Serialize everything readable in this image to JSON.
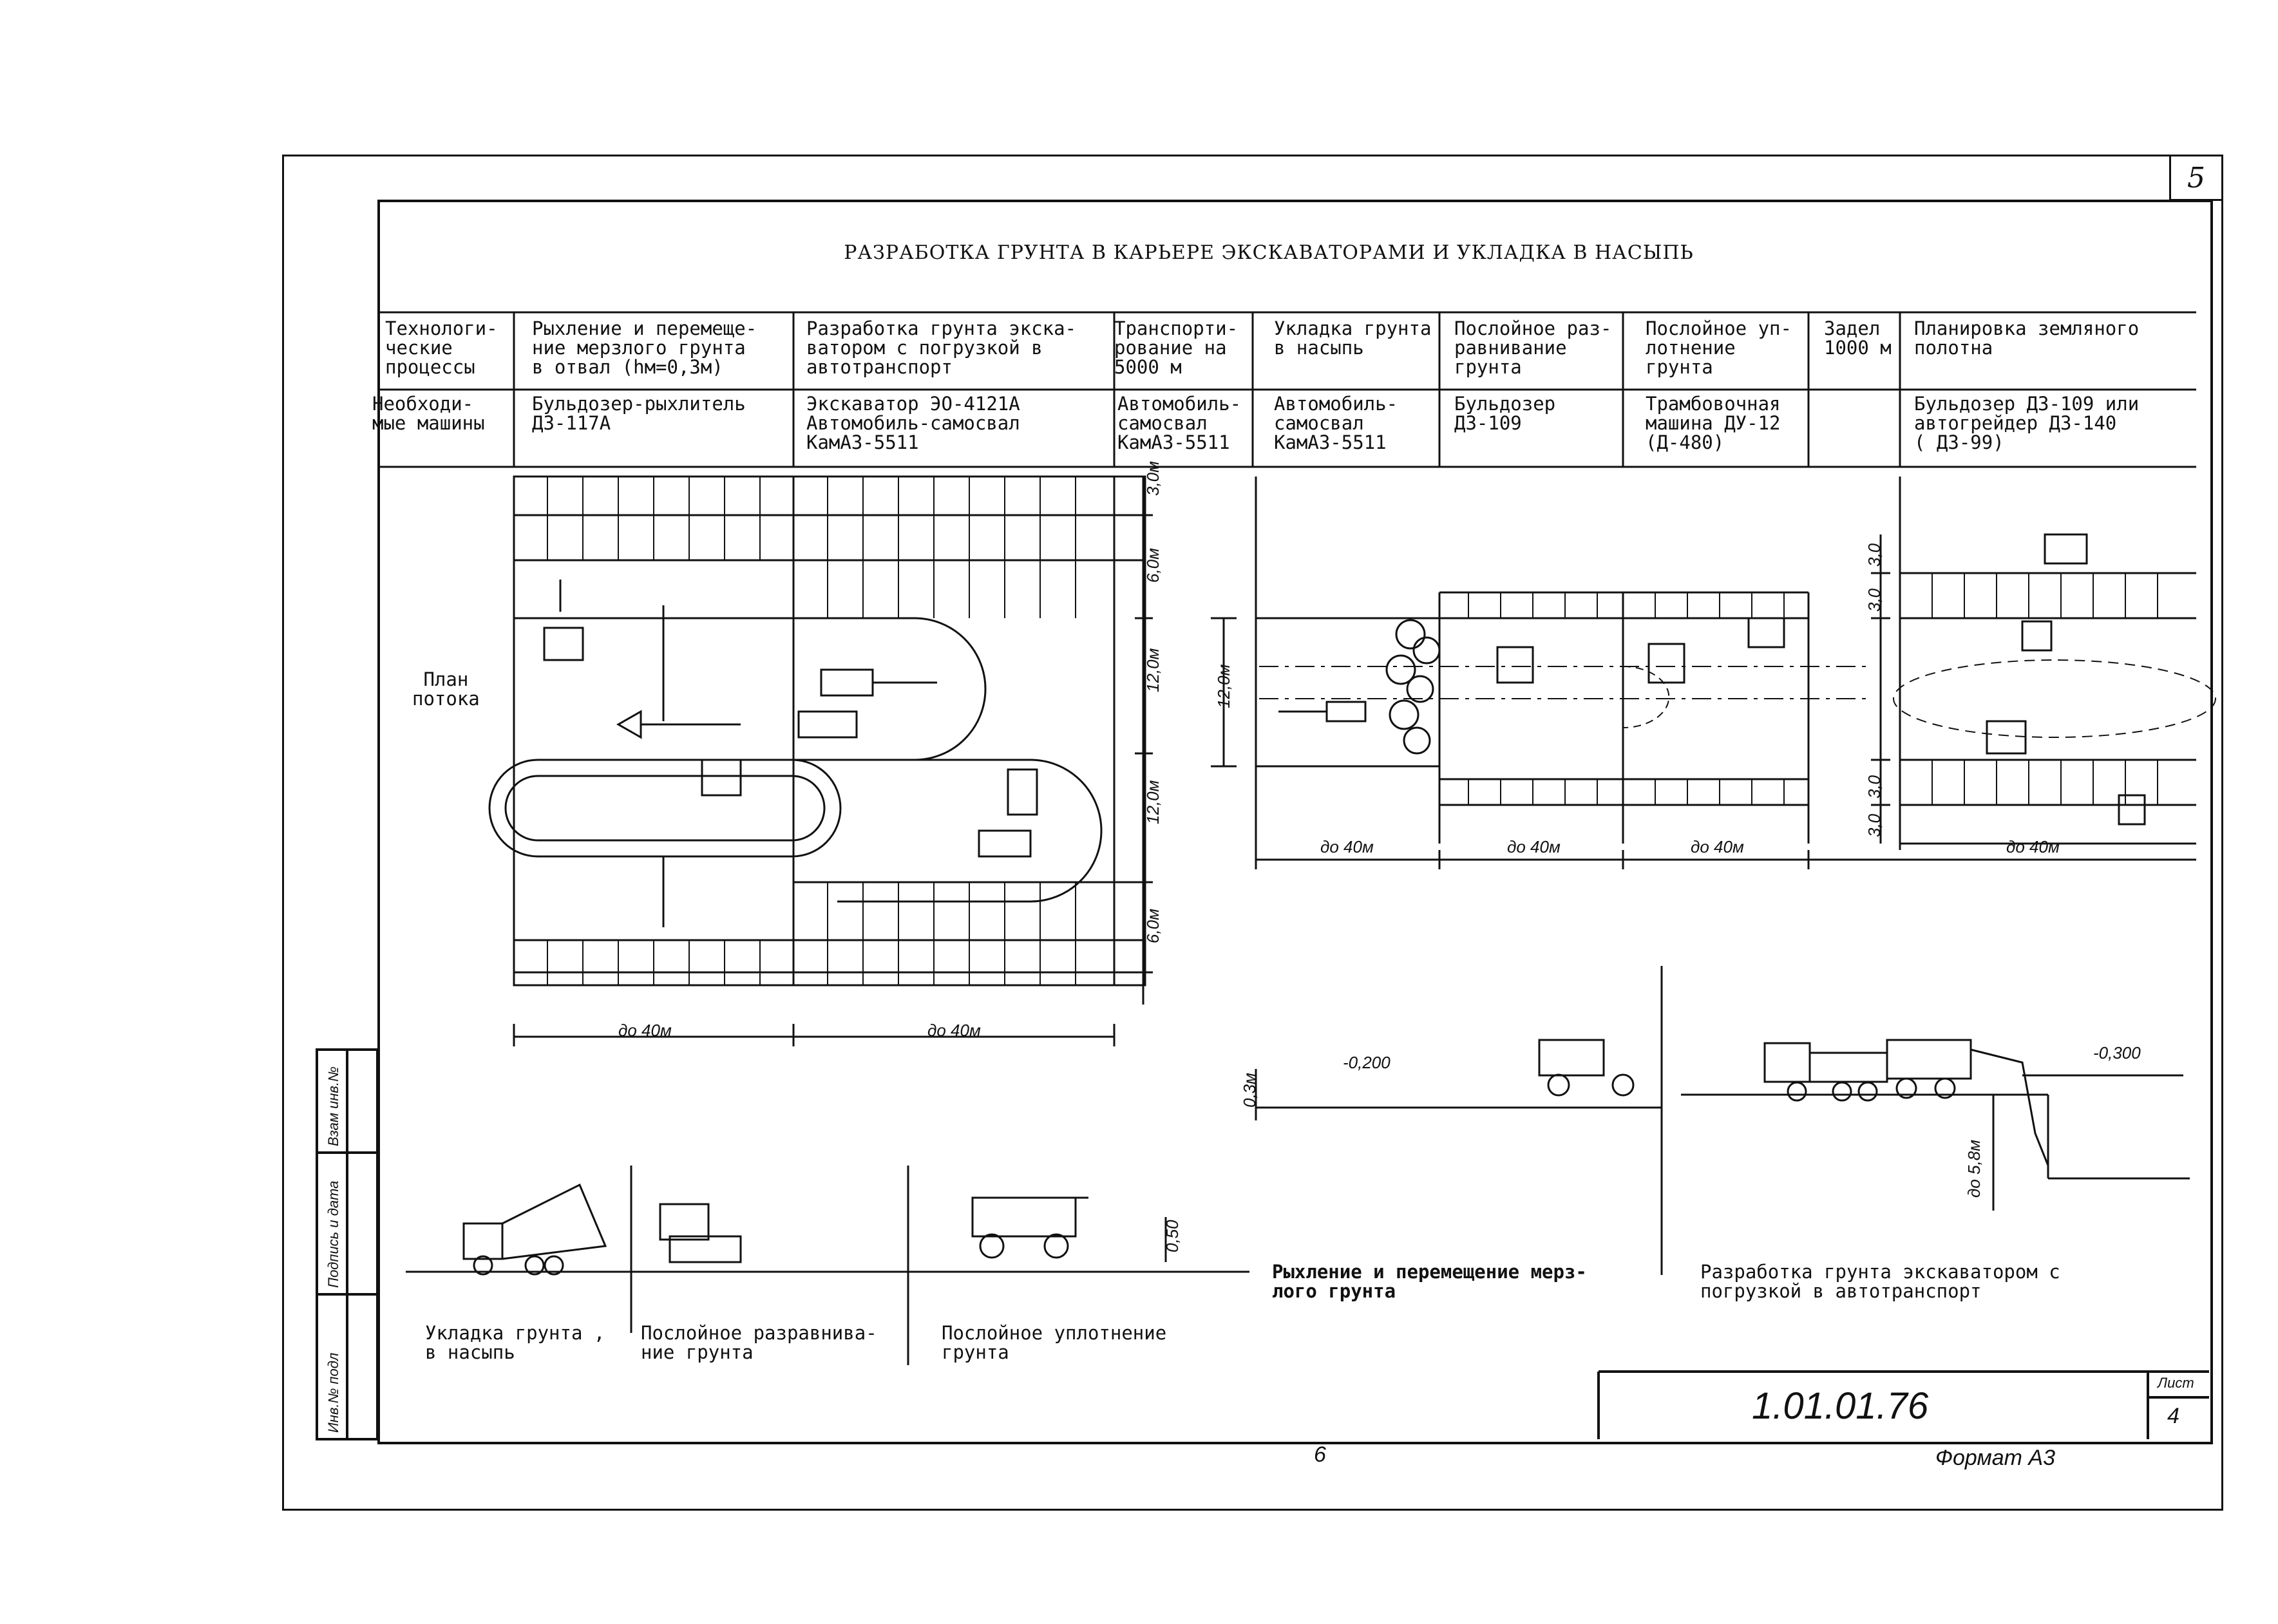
{
  "sheet_corner_number": "5",
  "title": "РАЗРАБОТКА ГРУНТА В КАРЬЕРЕ ЭКСКАВАТОРАМИ И УКЛАДКА В НАСЫПЬ",
  "table": {
    "row_processes_label": "Технологи-\nческие\nпроцессы",
    "row_machines_label": "Необходи-\nмые машины",
    "processes": [
      "Рыхление и перемеще-\nние мерзлого грунта\nв отвал (hм=0,3м)",
      "Разработка грунта экска-\nватором с погрузкой в\nавтотранспорт",
      "Транспорти-\nрование на\n5000 м",
      "Укладка грунта\nв насыпь",
      "Послойное раз-\nравнивание\nгрунта",
      "Послойное уп-\nлотнение\nгрунта",
      "Задел\n1000 м",
      "Планировка земляного\nполотна"
    ],
    "machines": [
      "Бульдозер-рыхлитель\n     ДЗ-117А",
      "Экскаватор ЭО-4121А\nАвтомобиль-самосвал\nКамАЗ-5511",
      "Автомобиль-\nсамосвал\nКамАЗ-5511",
      "Автомобиль-\nсамосвал\nКамАЗ-5511",
      "Бульдозер\nДЗ-109",
      "Трамбовочная\nмашина ДУ-12\n      (Д-480)",
      "",
      "Бульдозер ДЗ-109 или\nавтогрейдер ДЗ-140\n        ( ДЗ-99)"
    ]
  },
  "plan_label": "План\nпотока",
  "dimensions": {
    "w3": "3,0м",
    "w6": "6,0м",
    "w12": "12,0м",
    "w12b": "12,0м",
    "w12c": "12,0м",
    "len40a": "до 40м",
    "len40b": "до 40м",
    "len40c": "до 40м",
    "len40d": "до 40м",
    "len40e": "до 40м",
    "len40f": "до 40м",
    "s3a": "3,0",
    "s3b": "3,0",
    "s3c": "3,0",
    "s3d": "3,0",
    "h03": "0,3м",
    "h050": "0,50",
    "h58": "до 5,8м",
    "mark1": "-0,200",
    "mark2": "-0,300"
  },
  "captions": {
    "c1": "Укладка грунта ,\nв насыпь",
    "c2": "Послойное разравнива-\nние грунта",
    "c3": "Послойное уплотнение\nгрунта",
    "c4": "Рыхление и перемещение мерз-\nлого грунта",
    "c5": "Разработка грунта экскаватором с\nпогрузкой в автотранспорт"
  },
  "stamp": {
    "inv": "Инв.№ подл",
    "sign": "Подпись и дата",
    "vzam": "Взам инв.№"
  },
  "doc_code": "1.01.01.76",
  "list_label": "Лист",
  "list_no": "4",
  "page_no": "6",
  "format": "Формат А3"
}
